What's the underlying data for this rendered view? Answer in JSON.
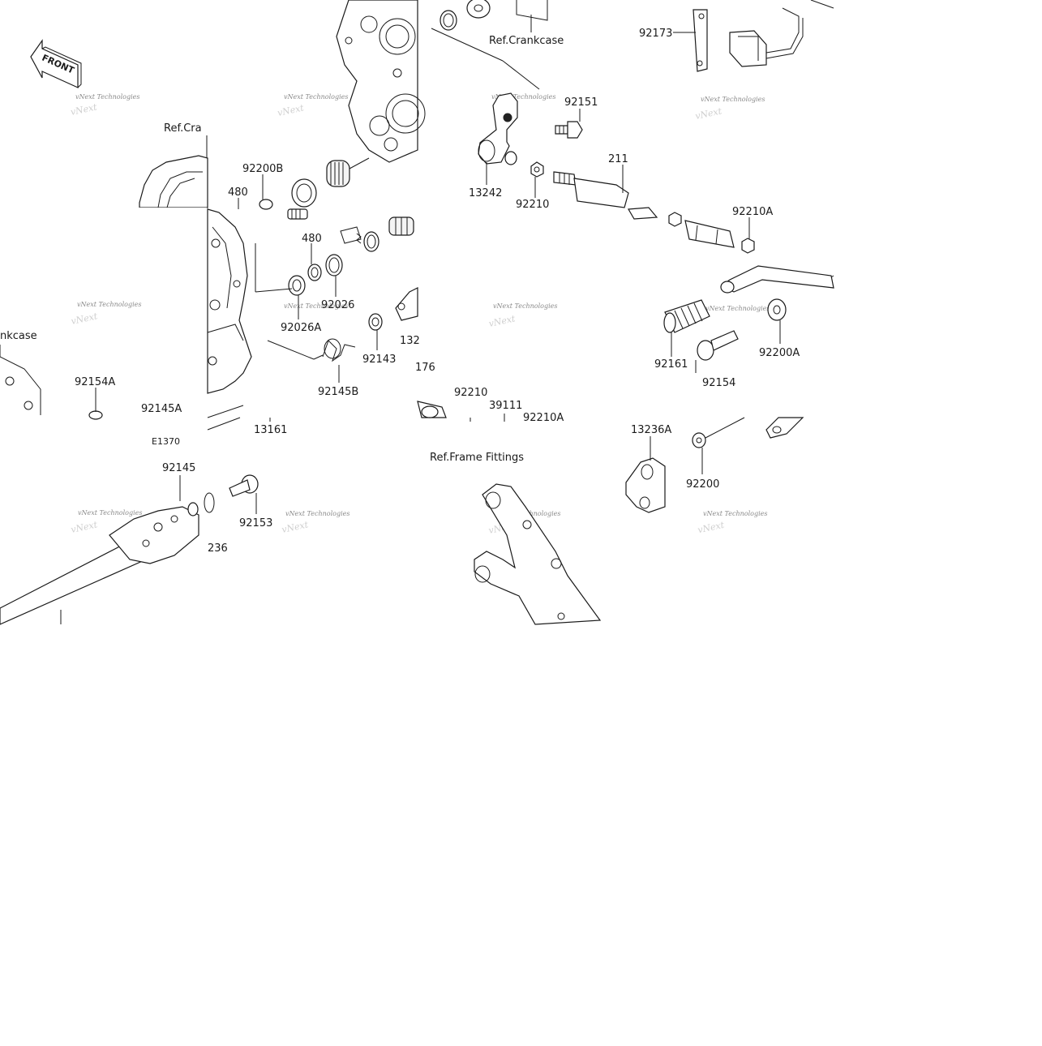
{
  "front_badge": {
    "text": "FRONT"
  },
  "watermark": {
    "text": "vNext Technologies"
  },
  "labels": {
    "ref_crankcase_top": "Ref.Crankcase",
    "ref_crankcase_left_partial": "Ref.Cra",
    "ref_crankcase_mid_partial": "nkcase",
    "ref_frame_fittings": "Ref.Frame Fittings",
    "p92173": "92173",
    "p92151": "92151",
    "p211": "211",
    "p13242": "13242",
    "p92210_top": "92210",
    "p92210A": "92210A",
    "p92200B": "92200B",
    "p480_a": "480",
    "p480_b": "480",
    "p92026": "92026",
    "p92026A": "92026A",
    "p92143": "92143",
    "p132_partial": "132",
    "p92145B": "92145B",
    "p176_partial": "176",
    "p92210_mid": "92210",
    "p39111": "39111",
    "p92210A_partial": "92210A",
    "p13161": "13161",
    "p92154A": "92154A",
    "p92145A": "92145A",
    "pE1370": "E1370",
    "p92145": "92145",
    "p92153": "92153",
    "p236_partial": "236",
    "p92161": "92161",
    "p92154": "92154",
    "p92200A": "92200A",
    "p13236A": "13236A",
    "p92200": "92200"
  }
}
